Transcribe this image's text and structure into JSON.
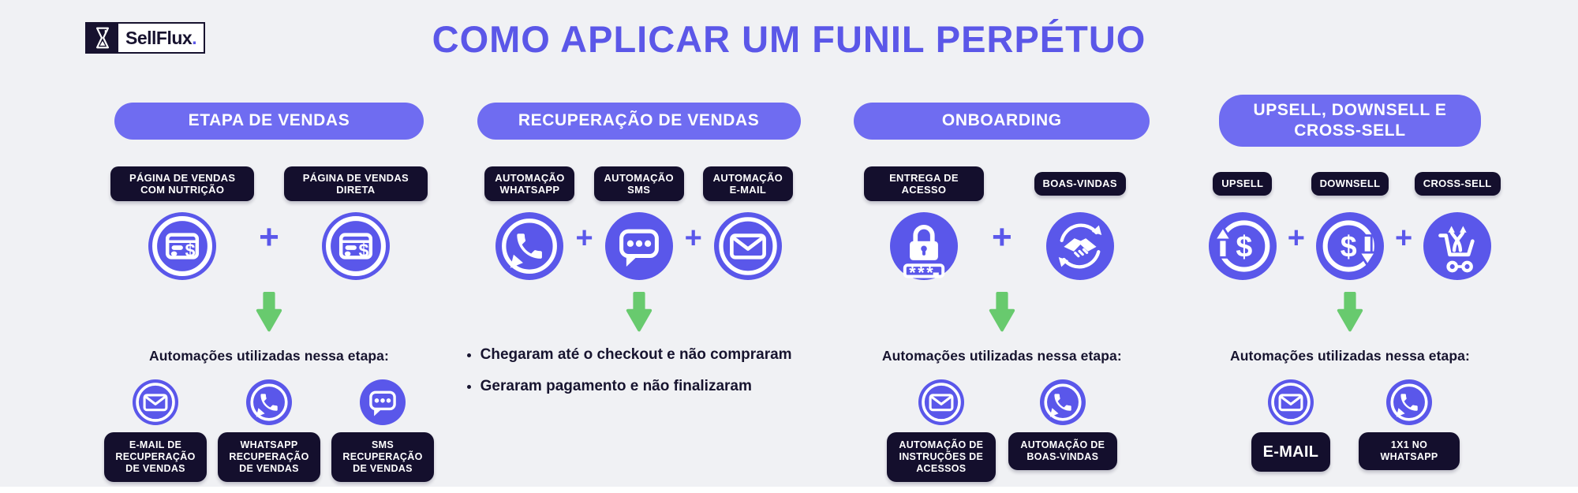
{
  "brand": {
    "logo_text": "SellFlux",
    "logo_dot": "."
  },
  "title": "COMO APLICAR UM FUNIL PERPÉTUO",
  "labels": {
    "plus": "+"
  },
  "colors": {
    "accent_purple": "#5A57EA",
    "pill_purple": "#6F6CF1",
    "title_purple": "#5B57E8",
    "dark_navy": "#140F2D",
    "arrow_green": "#68CA6E",
    "background": "#F0F1F4"
  },
  "columns": [
    {
      "header": "ETAPA DE VENDAS",
      "units": [
        {
          "badge": "PÁGINA DE VENDAS COM NUTRIÇÃO",
          "icon": "sales-page-icon"
        },
        {
          "badge": "PÁGINA DE VENDAS DIRETA",
          "icon": "sales-page-icon"
        }
      ],
      "automations": {
        "label": "Automações utilizadas nessa etapa:",
        "items": [
          {
            "icon": "email-icon",
            "badge": "E-MAIL DE RECUPERAÇÃO DE VENDAS"
          },
          {
            "icon": "whatsapp-icon",
            "badge": "WHATSAPP RECUPERAÇÃO DE VENDAS"
          },
          {
            "icon": "sms-icon",
            "badge": "SMS RECUPERAÇÃO DE VENDAS"
          }
        ]
      }
    },
    {
      "header": "RECUPERAÇÃO DE VENDAS",
      "units": [
        {
          "badge": "AUTOMAÇÃO WHATSAPP",
          "icon": "whatsapp-icon"
        },
        {
          "badge": "AUTOMAÇÃO SMS",
          "icon": "sms-icon"
        },
        {
          "badge": "AUTOMAÇÃO E-MAIL",
          "icon": "email-icon"
        }
      ],
      "bullets": [
        "Chegaram até o checkout e não compraram",
        "Geraram pagamento e não finalizaram"
      ]
    },
    {
      "header": "ONBOARDING",
      "units": [
        {
          "badge": "ENTREGA DE ACESSO",
          "icon": "access-lock-icon"
        },
        {
          "badge": "BOAS-VINDAS",
          "icon": "welcome-handshake-icon"
        }
      ],
      "automations": {
        "label": "Automações utilizadas nessa etapa:",
        "items": [
          {
            "icon": "email-icon",
            "badge": "AUTOMAÇÃO DE INSTRUÇÕES DE ACESSOS"
          },
          {
            "icon": "whatsapp-icon",
            "badge": "AUTOMAÇÃO DE BOAS-VINDAS"
          }
        ]
      }
    },
    {
      "header": "UPSELL, DOWNSELL E CROSS-SELL",
      "units": [
        {
          "badge": "UPSELL",
          "icon": "upsell-icon"
        },
        {
          "badge": "DOWNSELL",
          "icon": "downsell-icon"
        },
        {
          "badge": "CROSS-SELL",
          "icon": "cross-sell-icon"
        }
      ],
      "automations": {
        "label": "Automações utilizadas nessa etapa:",
        "items": [
          {
            "icon": "email-icon",
            "badge": "E-MAIL"
          },
          {
            "icon": "whatsapp-icon",
            "badge": "1X1 NO WHATSAPP"
          }
        ]
      }
    }
  ]
}
